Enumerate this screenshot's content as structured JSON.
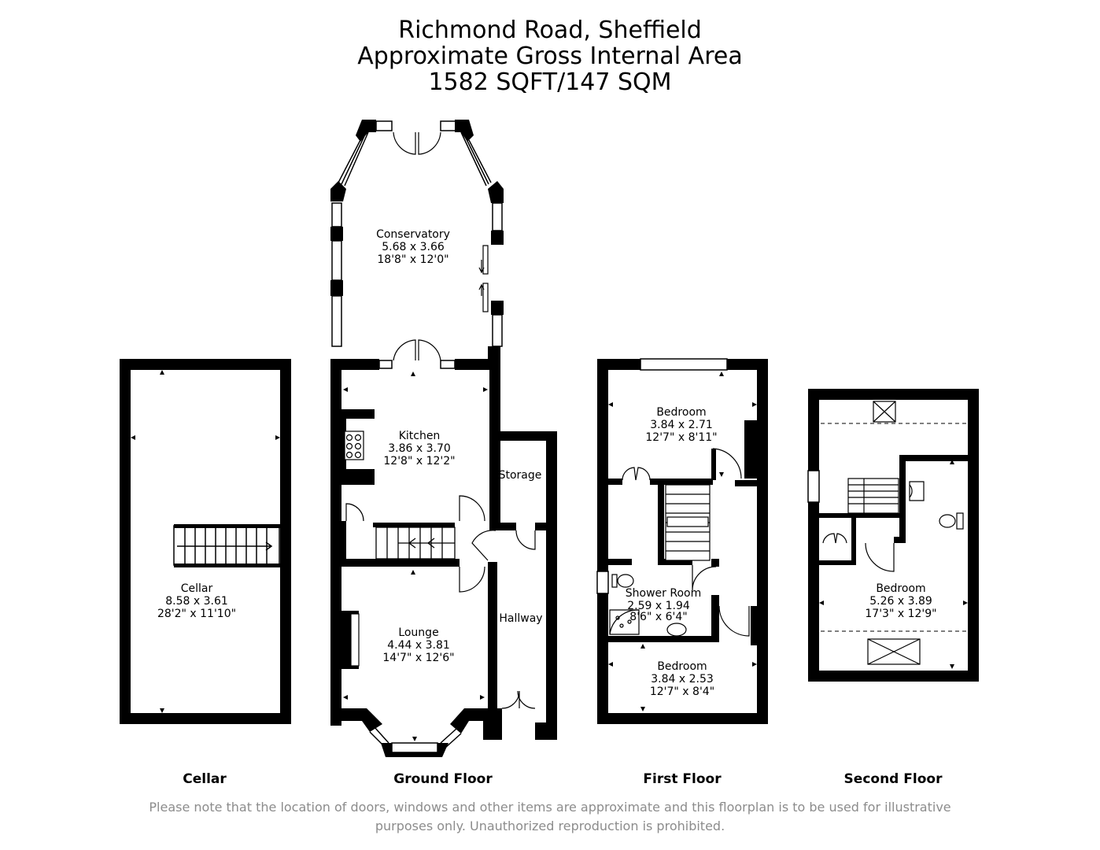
{
  "header": {
    "line1": "Richmond Road, Sheffield",
    "line2": "Approximate Gross Internal Area",
    "line3": "1582 SQFT/147 SQM"
  },
  "rooms": {
    "conservatory": {
      "name": "Conservatory",
      "metric": "5.68 x 3.66",
      "imperial": "18'8\" x 12'0\""
    },
    "kitchen": {
      "name": "Kitchen",
      "metric": "3.86 x 3.70",
      "imperial": "12'8\" x 12'2\""
    },
    "storage": {
      "name": "Storage"
    },
    "hallway": {
      "name": "Hallway"
    },
    "lounge": {
      "name": "Lounge",
      "metric": "4.44 x 3.81",
      "imperial": "14'7\" x 12'6\""
    },
    "cellar": {
      "name": "Cellar",
      "metric": "8.58 x 3.61",
      "imperial": "28'2\" x 11'10\""
    },
    "bedroom1": {
      "name": "Bedroom",
      "metric": "3.84 x 2.71",
      "imperial": "12'7\" x 8'11\""
    },
    "shower": {
      "name": "Shower Room",
      "metric": "2.59 x 1.94",
      "imperial": "8'6\" x 6'4\""
    },
    "bedroom2": {
      "name": "Bedroom",
      "metric": "3.84 x 2.53",
      "imperial": "12'7\" x 8'4\""
    },
    "bedroom3": {
      "name": "Bedroom",
      "metric": "5.26 x 3.89",
      "imperial": "17'3\" x 12'9\""
    }
  },
  "floors": {
    "cellar": "Cellar",
    "ground": "Ground Floor",
    "first": "First Floor",
    "second": "Second Floor"
  },
  "disclaimer": {
    "line1": "Please note that the location of doors, windows and other items are approximate and this floorplan is to be used for illustrative",
    "line2": "purposes only. Unauthorized reproduction is prohibited."
  }
}
